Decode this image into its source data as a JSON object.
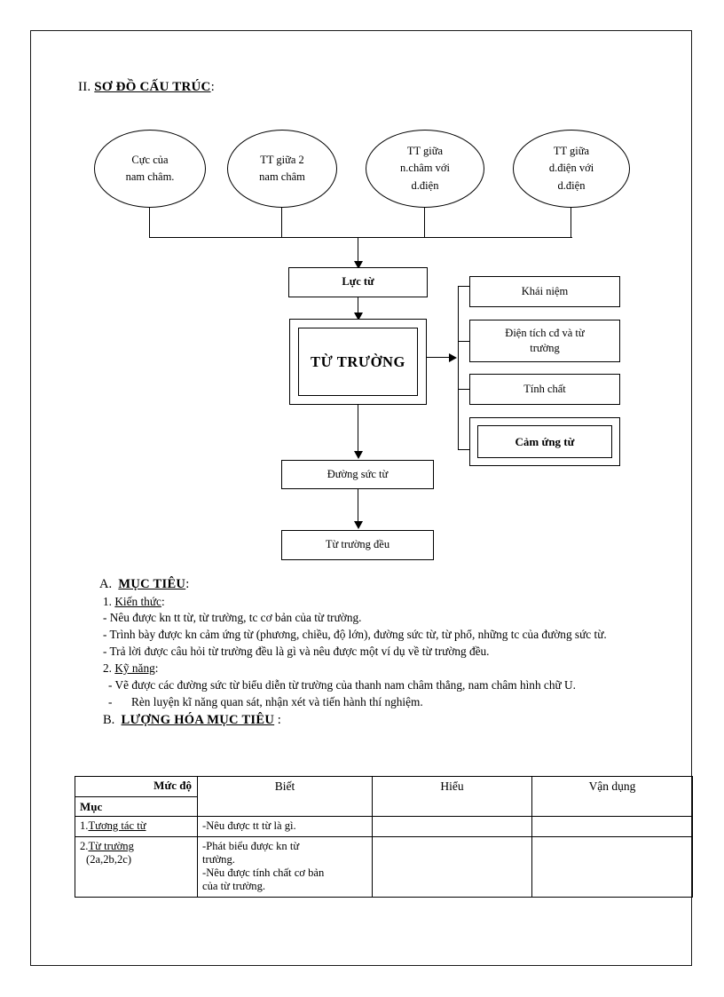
{
  "document": {
    "section_heading": {
      "number": "II.",
      "title": "SƠ ĐỒ CẤU TRÚC",
      "colon": ":"
    }
  },
  "diagram": {
    "ellipses": [
      {
        "line1": "Cực của",
        "line2": "nam  châm.",
        "line3": ""
      },
      {
        "line1": "TT giữa 2",
        "line2": "nam  châm",
        "line3": ""
      },
      {
        "line1": "TT giữa",
        "line2": "n.châm với",
        "line3": "d.điện"
      },
      {
        "line1": "TT giữa",
        "line2": "d.điện với",
        "line3": "d.điện"
      }
    ],
    "chain": [
      {
        "label": "Lực từ"
      },
      {
        "label": "TỪ TRƯỜNG"
      },
      {
        "label": "Đường  sức từ"
      },
      {
        "label": "Từ trường  đều"
      }
    ],
    "branches": [
      {
        "label": "Khái niệm"
      },
      {
        "label_line1": "Điện tích cđ và từ",
        "label_line2": "trường"
      },
      {
        "label": "Tính  chất"
      },
      {
        "label": "Cảm ứng từ"
      }
    ]
  },
  "objectives": {
    "heading_letter": "A.",
    "heading_title": "MỤC TIÊU",
    "heading_colon": ":",
    "group1_num": "1.",
    "group1_title": "Kiến thức",
    "group1_colon": ":",
    "g1_item1": "- Nêu được kn tt từ, từ trường, tc cơ bản của từ trường.",
    "g1_item2": "- Trình  bày được kn cảm ứng từ (phương,  chiều,  độ lớn),  đường sức từ, từ phổ, những tc của đường sức từ.",
    "g1_item3": "- Trả lời được câu hỏi từ trường đều là gì và nêu được một ví dụ về từ trường đều.",
    "group2_num": "2.",
    "group2_title": "Kỹ năng",
    "group2_colon": ":",
    "g2_item1": "- Vẽ được các đường sức từ biểu diễn từ trường của thanh nam châm thẳng, nam  châm hình chữ U.",
    "g2_item2_dash": "-",
    "g2_item2": "Rèn luyện kĩ năng  quan  sát, nhận  xét và  tiến hành  thí nghiệm."
  },
  "quantification": {
    "heading_letter": "B.",
    "heading_title": "LƯỢNG  HÓA MỤC TIÊU",
    "heading_colon": ":"
  },
  "table": {
    "corner_top": "Mức độ",
    "corner_bottom": "Mục",
    "headers": [
      "Biết",
      "Hiểu",
      "Vận dụng"
    ],
    "rows": [
      {
        "label_num": "1.",
        "label_text": "Tương  tác từ",
        "label_sub": "",
        "biet": [
          "-Nêu được tt từ là gì."
        ],
        "hieu": [],
        "van_dung": []
      },
      {
        "label_num": "2.",
        "label_text": "Từ trường",
        "label_sub": "(2a,2b,2c)",
        "biet": [
          "-Phát biểu được kn từ",
          "trường.",
          "-Nêu được tính  chất cơ bản",
          "của từ trường."
        ],
        "hieu": [],
        "van_dung": []
      }
    ]
  }
}
